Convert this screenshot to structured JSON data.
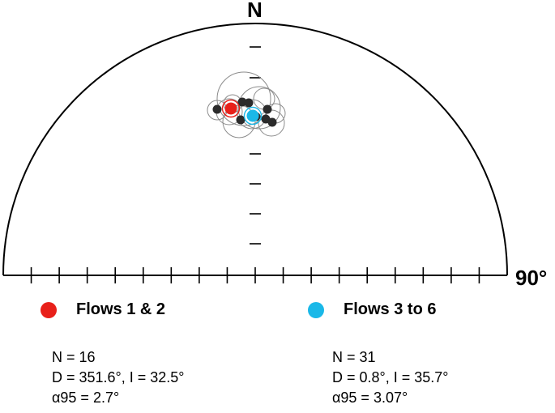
{
  "diagram": {
    "north_label": "N",
    "edge_label": "90°"
  },
  "groups": [
    {
      "name": "Flows 1 & 2",
      "color": "#e8201a",
      "n_line": "N = 16",
      "di_line": "D = 351.6°, I = 32.5°",
      "a95_line": "α95 = 2.7°",
      "mean": {
        "declination": 351.6,
        "inclination": 32.5,
        "a95": 2.7
      }
    },
    {
      "name": "Flows 3 to 6",
      "color": "#1ab8e8",
      "n_line": "N = 31",
      "di_line": "D = 0.8°, I = 35.7°",
      "a95_line": "α95 = 3.07°",
      "mean": {
        "declination": 0.8,
        "inclination": 35.7,
        "a95": 3.07
      }
    }
  ],
  "colors": {
    "site_means": "#2b2b2b",
    "confidence_circles": "#8c8c8c",
    "frame": "#000000"
  }
}
